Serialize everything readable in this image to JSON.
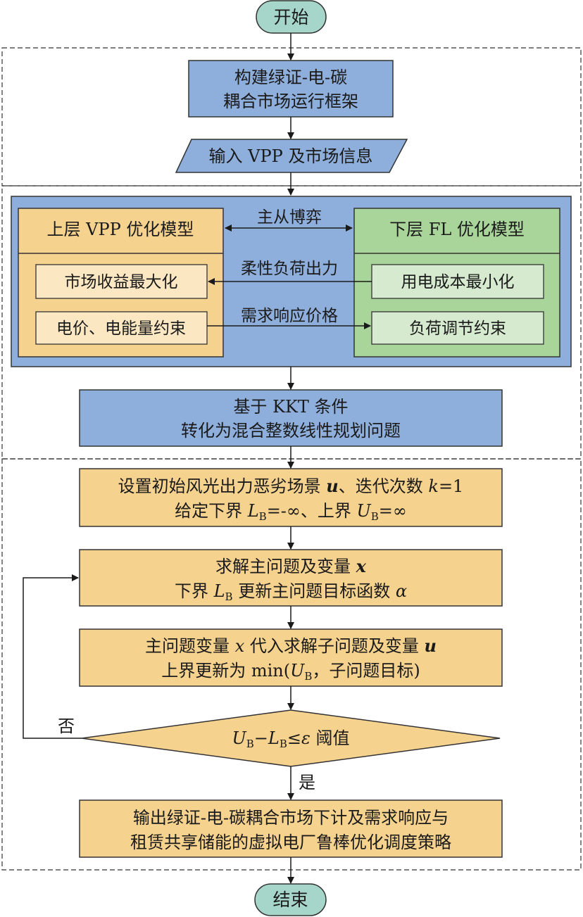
{
  "start": "开始",
  "end": "结束",
  "step1": {
    "line1": "构建绿证-电-碳",
    "line2": "耦合市场运行框架"
  },
  "input": "输入 VPP 及市场信息",
  "game": {
    "upper_title": "上层 VPP 优化模型",
    "lower_title": "下层 FL 优化模型",
    "relation": "主从博弈",
    "flow_to_upper": "柔性负荷出力",
    "flow_to_lower": "需求响应价格",
    "upper_items": [
      "市场收益最大化",
      "电价、电能量约束"
    ],
    "lower_items": [
      "用电成本最小化",
      "负荷调节约束"
    ]
  },
  "kkt": {
    "line1": "基于 KKT 条件",
    "line2": "转化为混合整数线性规划问题"
  },
  "init": {
    "l1a": "设置初始风光出力恶劣场景 ",
    "l1u": "u",
    "l1b": "、迭代次数 ",
    "l1k": "k",
    "l1c": "=1",
    "l2a": "给定下界 ",
    "l2LB": "L",
    "l2B1": "B",
    "l2b": "=-∞、上界 ",
    "l2UB": "U",
    "l2B2": "B",
    "l2c": "=∞"
  },
  "master": {
    "l1a": "求解主问题及变量 ",
    "l1x": "x",
    "l2a": "下界 ",
    "l2L": "L",
    "l2B": "B",
    "l2b": " 更新主问题目标函数 ",
    "l2alpha": "α"
  },
  "sub": {
    "l1a": "主问题变量 ",
    "l1x": "x",
    "l1b": " 代入求解子问题及变量 ",
    "l1u": "u",
    "l2a": "上界更新为 min(",
    "l2U": "U",
    "l2B": "B",
    "l2b": "，子问题目标)"
  },
  "decision": {
    "U": "U",
    "B1": "B",
    "minus": "−",
    "L": "L",
    "B2": "B",
    "leq": "≤",
    "eps": "ε",
    "rest": " 阈值"
  },
  "no_label": "否",
  "yes_label": "是",
  "output": {
    "line1": "输出绿证-电-碳耦合市场下计及需求响应与",
    "line2": "租赁共享储能的虚拟电厂鲁棒优化调度策略"
  },
  "colors": {
    "blue_box": "#8eaedb",
    "outer_blue": "#8eaedb",
    "orange_box": "#f6d28f",
    "green_box": "#a9d59a",
    "inner_orange": "#fbe8c3",
    "inner_green": "#d6ead0",
    "terminal": "#a6d6c9"
  }
}
